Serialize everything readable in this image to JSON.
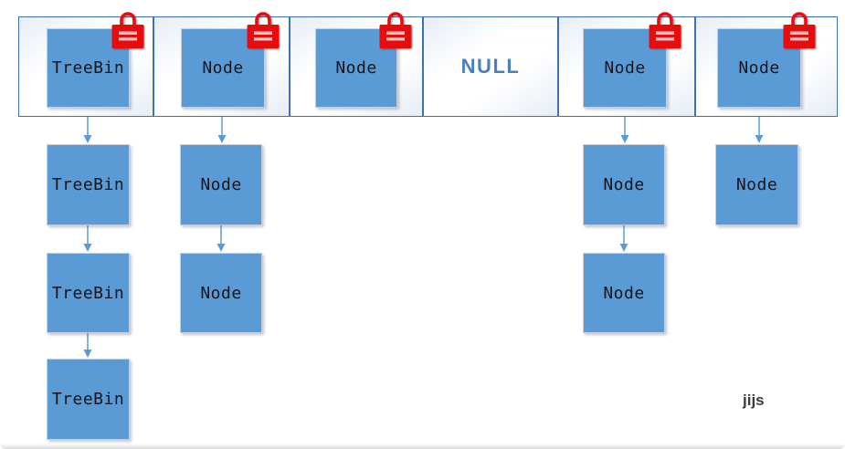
{
  "bucket_row": {
    "cells": [
      {
        "label": "TreeBin",
        "locked": true
      },
      {
        "label": "Node",
        "locked": true
      },
      {
        "label": "Node",
        "locked": true
      },
      {
        "label": "NULL",
        "locked": false,
        "empty": true
      },
      {
        "label": "Node",
        "locked": true
      },
      {
        "label": "Node",
        "locked": true
      }
    ]
  },
  "chains": {
    "column_0": [
      "TreeBin",
      "TreeBin",
      "TreeBin"
    ],
    "column_1": [
      "Node",
      "Node"
    ],
    "column_4": [
      "Node",
      "Node"
    ],
    "column_5": [
      "Node"
    ]
  },
  "footnote": "jijs",
  "colors": {
    "box_fill_blue": "#5b9bd5",
    "grid_border_blue": "#3c72ae",
    "arrow_blue": "#5b9bd5",
    "lock_red": "#e80c0c",
    "lock_stripe_pink": "#ffc6c6",
    "null_text_blue": "#4b80bd",
    "label_text": "#15151e",
    "footnote_text": "#3a3a3a"
  }
}
